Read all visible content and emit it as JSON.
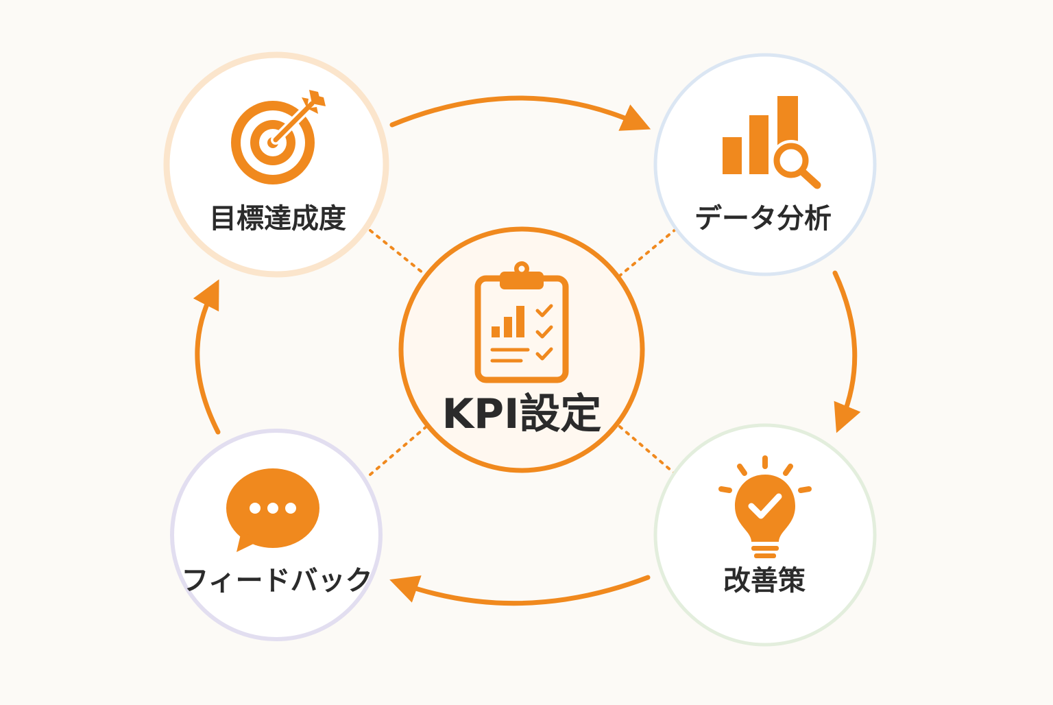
{
  "center": {
    "label": "KPI設定",
    "icon": "clipboard-chart-icon"
  },
  "nodes": [
    {
      "id": "goal",
      "label": "目標達成度",
      "icon": "target-arrow-icon",
      "ring_color": "#fbe5cc"
    },
    {
      "id": "data",
      "label": "データ分析",
      "icon": "bar-chart-magnifier-icon",
      "ring_color": "#dbe6f3"
    },
    {
      "id": "improve",
      "label": "改善策",
      "icon": "lightbulb-check-icon",
      "ring_color": "#e3eedd"
    },
    {
      "id": "feedback",
      "label": "フィードバック",
      "icon": "speech-bubble-icon",
      "ring_color": "#e2def0"
    }
  ],
  "colors": {
    "accent": "#f0891e",
    "background": "#fcfaf6",
    "text": "#2b2b2b",
    "center_fill": "#fff8f0"
  }
}
